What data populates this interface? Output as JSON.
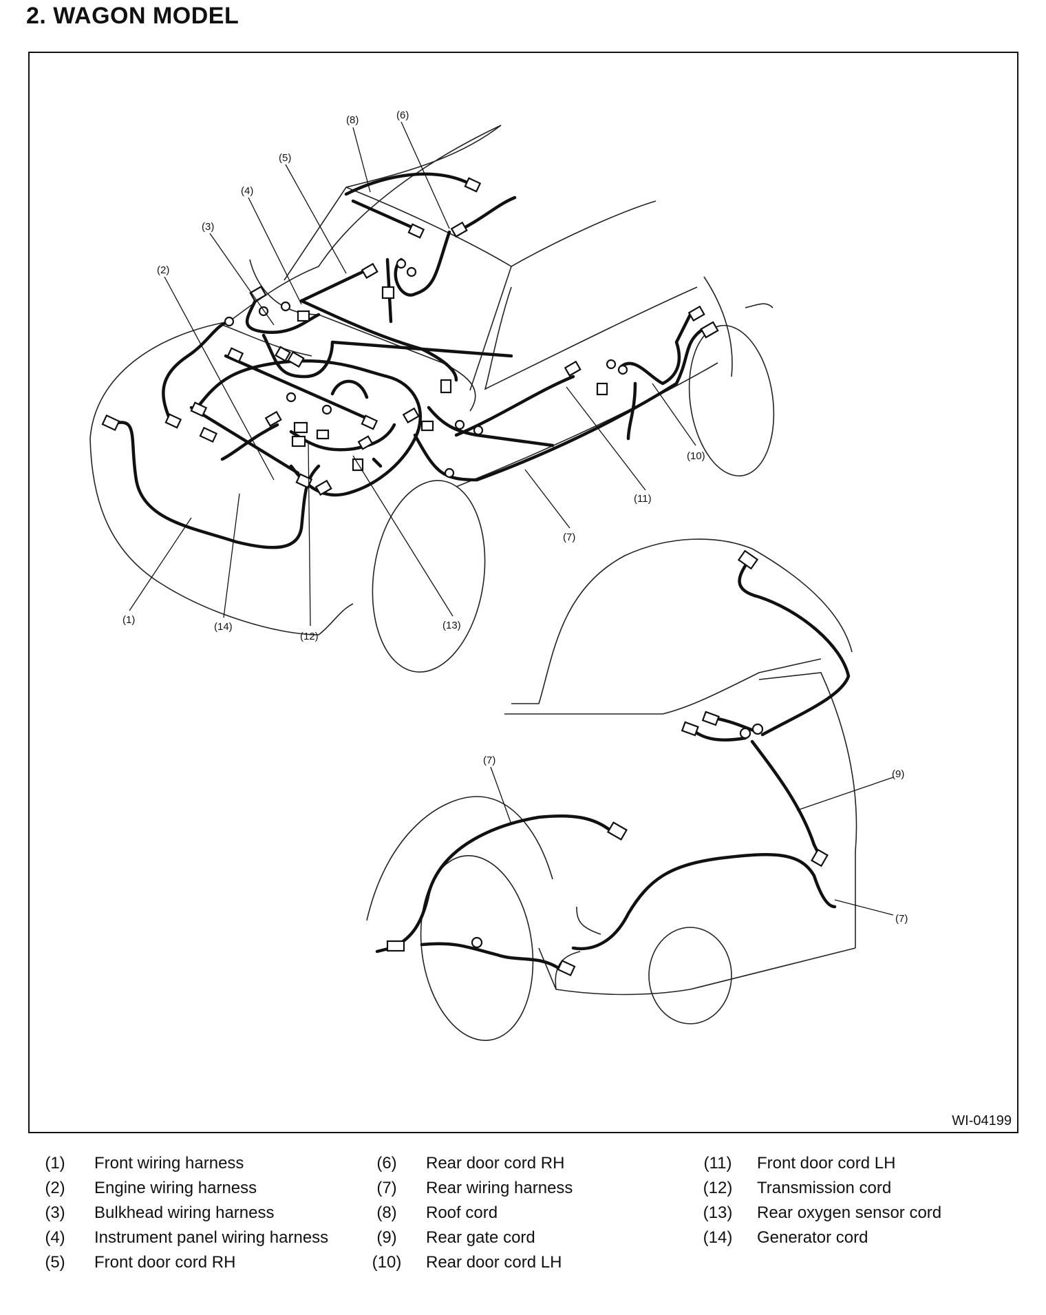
{
  "title": "2.  WAGON MODEL",
  "figure_id": "WI-04199",
  "callouts": {
    "c1": "(1)",
    "c2": "(2)",
    "c3": "(3)",
    "c4": "(4)",
    "c5": "(5)",
    "c6": "(6)",
    "c7": "(7)",
    "c8": "(8)",
    "c9": "(9)",
    "c10": "(10)",
    "c11": "(11)",
    "c12": "(12)",
    "c13": "(13)",
    "c14": "(14)"
  },
  "legend": [
    {
      "num": "(1)",
      "label": "Front wiring harness"
    },
    {
      "num": "(2)",
      "label": "Engine wiring harness"
    },
    {
      "num": "(3)",
      "label": "Bulkhead wiring harness"
    },
    {
      "num": "(4)",
      "label": "Instrument panel wiring harness"
    },
    {
      "num": "(5)",
      "label": "Front door cord RH"
    },
    {
      "num": "(6)",
      "label": "Rear door cord RH"
    },
    {
      "num": "(7)",
      "label": "Rear wiring harness"
    },
    {
      "num": "(8)",
      "label": "Roof cord"
    },
    {
      "num": "(9)",
      "label": "Rear gate cord"
    },
    {
      "num": "(10)",
      "label": "Rear door cord LH"
    },
    {
      "num": "(11)",
      "label": "Front door cord LH"
    },
    {
      "num": "(12)",
      "label": "Transmission cord"
    },
    {
      "num": "(13)",
      "label": "Rear oxygen sensor cord"
    },
    {
      "num": "(14)",
      "label": "Generator cord"
    }
  ]
}
